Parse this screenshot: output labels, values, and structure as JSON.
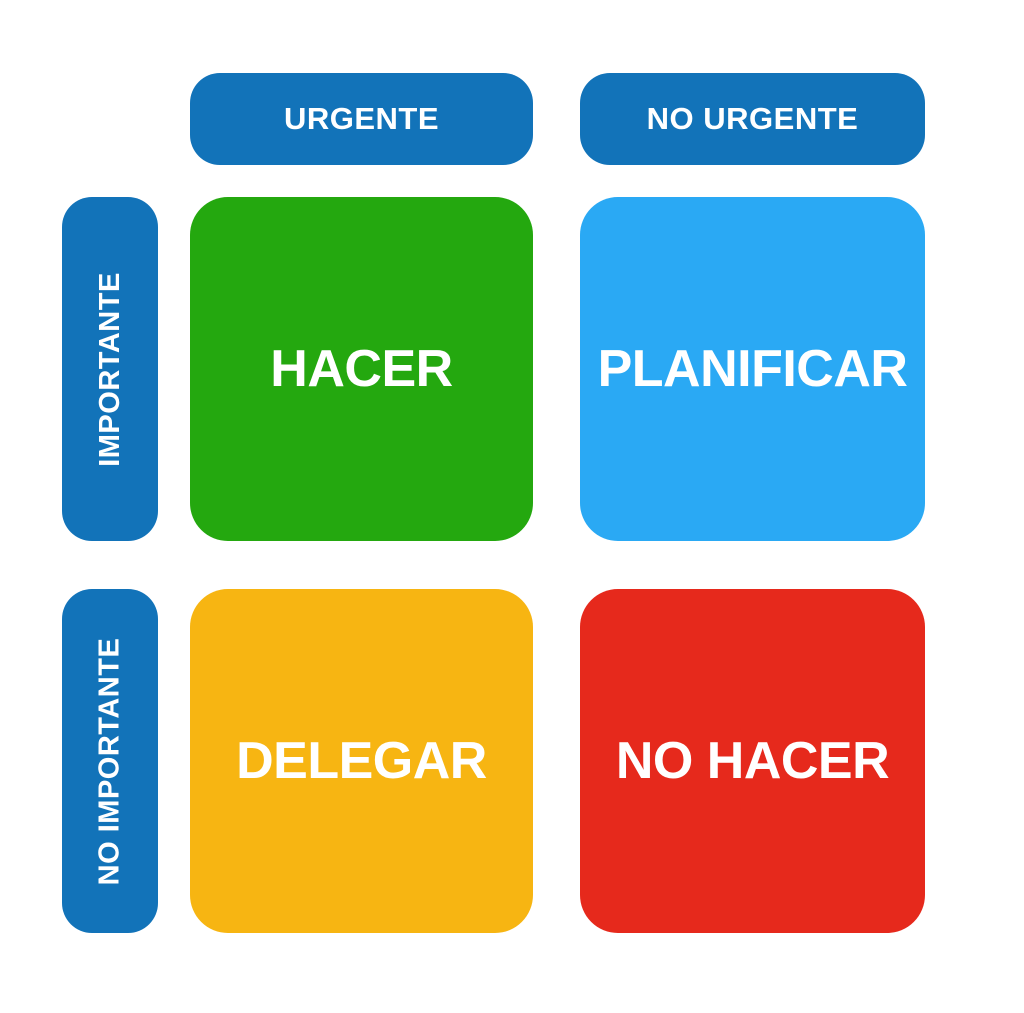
{
  "diagram": {
    "background_color": "#ffffff",
    "text_color": "#ffffff",
    "header_color": "#1273b9",
    "column_headers": [
      {
        "label": "URGENTE"
      },
      {
        "label": "NO URGENTE"
      }
    ],
    "row_headers": [
      {
        "label": "IMPORTANTE"
      },
      {
        "label": "NO IMPORTANTE"
      }
    ],
    "quadrants": [
      {
        "label": "HACER",
        "color": "#24a80f",
        "column": "URGENTE",
        "row": "IMPORTANTE"
      },
      {
        "label": "PLANIFICAR",
        "color": "#2aa9f4",
        "column": "NO URGENTE",
        "row": "IMPORTANTE"
      },
      {
        "label": "DELEGAR",
        "color": "#f7b512",
        "column": "URGENTE",
        "row": "NO IMPORTANTE"
      },
      {
        "label": "NO HACER",
        "color": "#e6291c",
        "column": "NO URGENTE",
        "row": "NO IMPORTANTE"
      }
    ]
  }
}
